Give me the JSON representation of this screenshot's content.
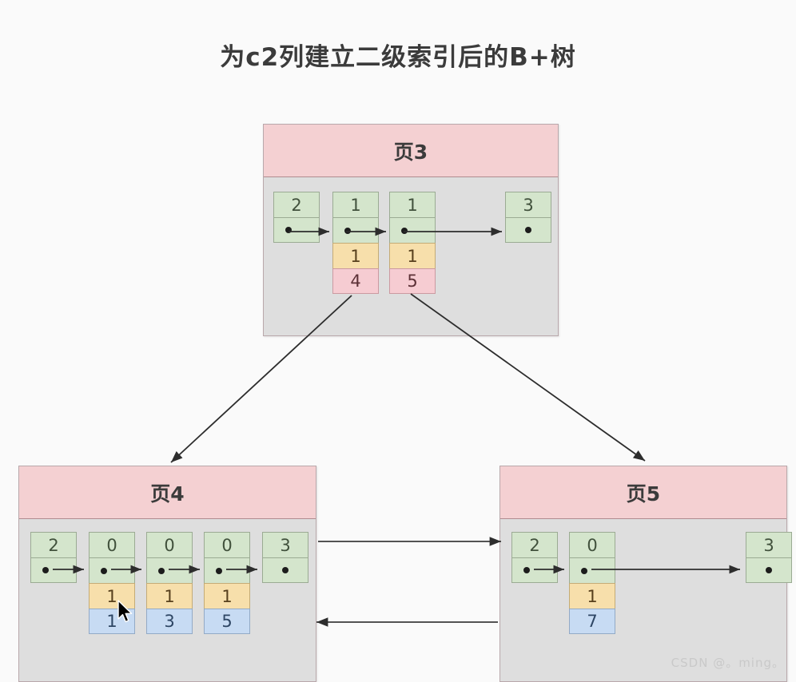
{
  "title": "为c2列建立二级索引后的B+树",
  "watermark": "CSDN @。ming。",
  "colors": {
    "background": "#fafafa",
    "page_fill": "#dedede",
    "page_border": "#b9a8ab",
    "header_fill": "#f4d0d2",
    "green": "#d4e5cc",
    "yellow": "#f7dfab",
    "pink": "#f6ccd2",
    "blue": "#c7dbf3",
    "arrow": "#333333",
    "title_text": "#3b3b3b"
  },
  "chart_data": {
    "type": "diagram",
    "title": "为c2列建立二级索引后的B+树",
    "description": "B+ tree after creating a secondary index on column c2",
    "nodes": [
      {
        "id": "page3",
        "label": "页3",
        "level": "internal",
        "records": [
          {
            "cells": [
              {
                "value": "2",
                "color": "green"
              },
              {
                "value": "",
                "color": "green",
                "kind": "pointer"
              }
            ]
          },
          {
            "cells": [
              {
                "value": "1",
                "color": "green"
              },
              {
                "value": "",
                "color": "green",
                "kind": "pointer"
              },
              {
                "value": "1",
                "color": "yellow"
              },
              {
                "value": "4",
                "color": "pink"
              }
            ]
          },
          {
            "cells": [
              {
                "value": "1",
                "color": "green"
              },
              {
                "value": "",
                "color": "green",
                "kind": "pointer"
              },
              {
                "value": "1",
                "color": "yellow"
              },
              {
                "value": "5",
                "color": "pink"
              }
            ]
          },
          {
            "cells": [
              {
                "value": "3",
                "color": "green"
              },
              {
                "value": "",
                "color": "green",
                "kind": "pointer"
              }
            ]
          }
        ]
      },
      {
        "id": "page4",
        "label": "页4",
        "level": "leaf",
        "records": [
          {
            "cells": [
              {
                "value": "2",
                "color": "green"
              },
              {
                "value": "",
                "color": "green",
                "kind": "pointer"
              }
            ]
          },
          {
            "cells": [
              {
                "value": "0",
                "color": "green"
              },
              {
                "value": "",
                "color": "green",
                "kind": "pointer"
              },
              {
                "value": "1",
                "color": "yellow"
              },
              {
                "value": "1",
                "color": "blue"
              }
            ]
          },
          {
            "cells": [
              {
                "value": "0",
                "color": "green"
              },
              {
                "value": "",
                "color": "green",
                "kind": "pointer"
              },
              {
                "value": "1",
                "color": "yellow"
              },
              {
                "value": "3",
                "color": "blue"
              }
            ]
          },
          {
            "cells": [
              {
                "value": "0",
                "color": "green"
              },
              {
                "value": "",
                "color": "green",
                "kind": "pointer"
              },
              {
                "value": "1",
                "color": "yellow"
              },
              {
                "value": "5",
                "color": "blue"
              }
            ]
          },
          {
            "cells": [
              {
                "value": "3",
                "color": "green"
              },
              {
                "value": "",
                "color": "green",
                "kind": "pointer"
              }
            ]
          }
        ]
      },
      {
        "id": "page5",
        "label": "页5",
        "level": "leaf",
        "records": [
          {
            "cells": [
              {
                "value": "2",
                "color": "green"
              },
              {
                "value": "",
                "color": "green",
                "kind": "pointer"
              }
            ]
          },
          {
            "cells": [
              {
                "value": "0",
                "color": "green"
              },
              {
                "value": "",
                "color": "green",
                "kind": "pointer"
              },
              {
                "value": "1",
                "color": "yellow"
              },
              {
                "value": "7",
                "color": "blue"
              }
            ]
          },
          {
            "cells": [
              {
                "value": "3",
                "color": "green"
              },
              {
                "value": "",
                "color": "green",
                "kind": "pointer"
              }
            ]
          }
        ]
      }
    ],
    "edges": [
      {
        "from": "page3.record2",
        "to": "page4",
        "kind": "child-pointer"
      },
      {
        "from": "page3.record3",
        "to": "page5",
        "kind": "child-pointer"
      },
      {
        "from": "page4",
        "to": "page5",
        "kind": "next-leaf"
      },
      {
        "from": "page5",
        "to": "page4",
        "kind": "prev-leaf"
      }
    ]
  },
  "pages": {
    "page3": {
      "label": "页3"
    },
    "page4": {
      "label": "页4"
    },
    "page5": {
      "label": "页5"
    }
  },
  "cells": {
    "p3": {
      "r1c1": "2",
      "r2c1": "1",
      "r2c3": "1",
      "r2c4": "4",
      "r3c1": "1",
      "r3c3": "1",
      "r3c4": "5",
      "r4c1": "3"
    },
    "p4": {
      "r1c1": "2",
      "r2c1": "0",
      "r2c3": "1",
      "r2c4": "1",
      "r3c1": "0",
      "r3c3": "1",
      "r3c4": "3",
      "r4c1": "0",
      "r4c3": "1",
      "r4c4": "5",
      "r5c1": "3"
    },
    "p5": {
      "r1c1": "2",
      "r2c1": "0",
      "r2c3": "1",
      "r2c4": "7",
      "r3c1": "3"
    }
  }
}
